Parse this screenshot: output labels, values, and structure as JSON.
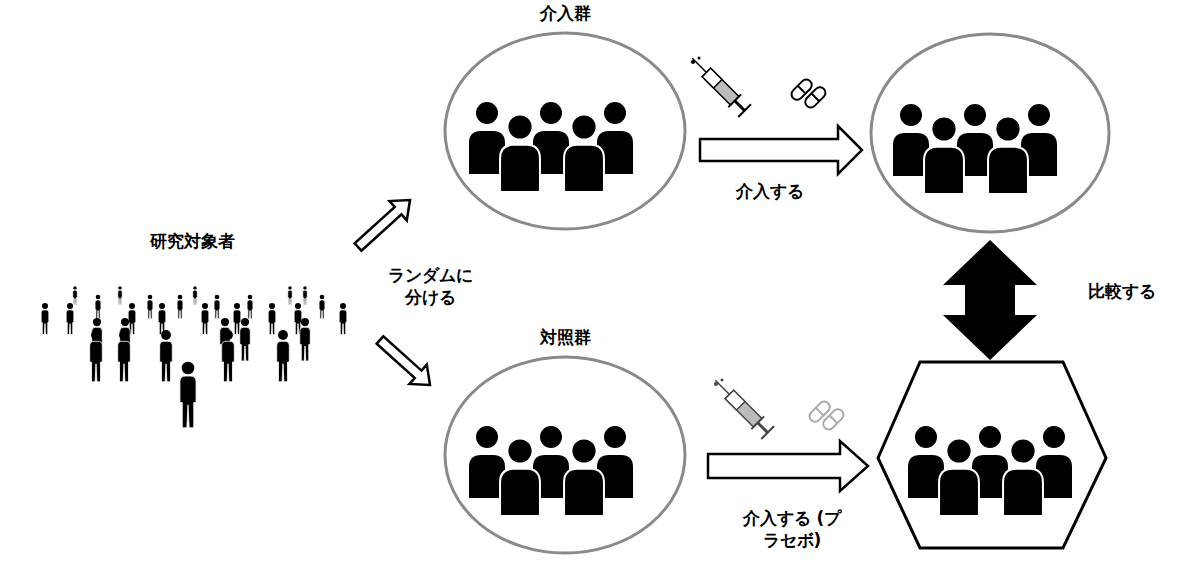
{
  "diagram": {
    "nodes": [
      {
        "text": [
          "研究対象者"
        ]
      },
      {
        "text": [
          "介入群"
        ]
      },
      {
        "text": [
          "対照群"
        ]
      }
    ],
    "edges": [
      {
        "from": 0,
        "to": 1,
        "arrow": "to"
      },
      {
        "from": 0,
        "to": 2,
        "arrow": "to"
      }
    ],
    "labels": [
      "ランダムに 分ける",
      "介入する",
      "介入する (プラセボ)",
      "比較する"
    ]
  }
}
